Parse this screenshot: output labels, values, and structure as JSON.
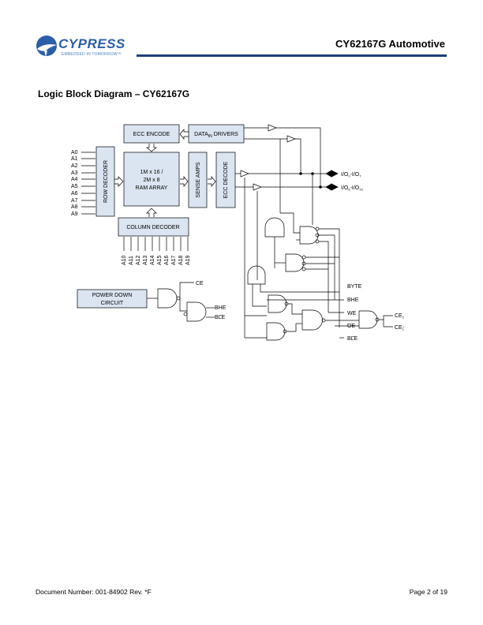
{
  "header": {
    "logo_text": "CYPRESS",
    "logo_tagline": "EMBEDDED IN TOMORROW™",
    "title": "CY62167G Automotive",
    "rule_color": "#1f3f77"
  },
  "section_title": "Logic Block Diagram – CY62167G",
  "diagram": {
    "box_fill": "#dbe5f1",
    "blocks": {
      "ecc_encode": "ECC ENCODE",
      "data_in_drivers_prefix": "DATA",
      "data_in_drivers_sub": "IN",
      "data_in_drivers_suffix": " DRIVERS",
      "ram_line1": "1M x 16 /",
      "ram_line2": "2M x 8",
      "ram_line3": "RAM ARRAY",
      "row_decoder": "ROW DECODER",
      "sense_amps": "SENSE AMPS",
      "ecc_decode": "ECC DECODE",
      "column_decoder": "COLUMN DECODER",
      "power_down_line1": "POWER DOWN",
      "power_down_line2": "CIRCUIT"
    },
    "row_address": [
      "A0",
      "A1",
      "A2",
      "A3",
      "A4",
      "A5",
      "A6",
      "A7",
      "A8",
      "A9"
    ],
    "column_address": [
      "A10",
      "A11",
      "A12",
      "A13",
      "A14",
      "A15",
      "A16",
      "A17",
      "A18",
      "A19"
    ],
    "io_low": {
      "main": "I/O",
      "sub1": "0",
      "mid": "-I/O",
      "sub2": "7"
    },
    "io_high": {
      "main": "I/O",
      "sub1": "8",
      "mid": "-I/O",
      "sub2": "15"
    },
    "signals": {
      "ce": "CE",
      "bhe_pd": "BHE",
      "ble_pd": "BLE",
      "byte": "BYTE",
      "bhe": "BHE",
      "we": "WE",
      "oe": "OE",
      "ble": "BLE",
      "ce2": {
        "main": "CE",
        "sub": "2"
      },
      "ce1": {
        "main": "CE",
        "sub": "1"
      }
    }
  },
  "footer": {
    "document_number": "Document Number: 001-84902 Rev. *F",
    "page": "Page 2 of 19"
  }
}
